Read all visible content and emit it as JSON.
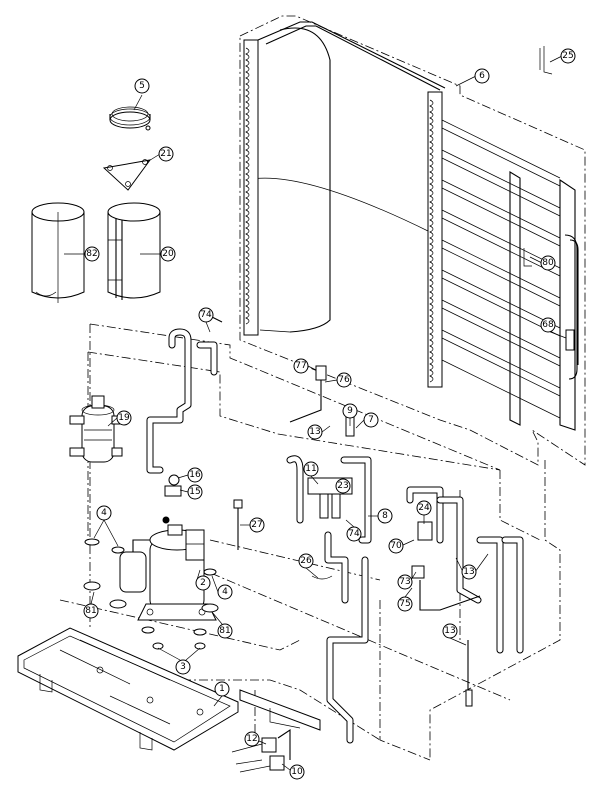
{
  "callouts": [
    {
      "id": "c5",
      "label": "5"
    },
    {
      "id": "c21",
      "label": "21"
    },
    {
      "id": "c82",
      "label": "82"
    },
    {
      "id": "c20",
      "label": "20"
    },
    {
      "id": "c6",
      "label": "6"
    },
    {
      "id": "c25",
      "label": "25"
    },
    {
      "id": "c80",
      "label": "80"
    },
    {
      "id": "c68",
      "label": "68"
    },
    {
      "id": "c74a",
      "label": "74"
    },
    {
      "id": "c77",
      "label": "77"
    },
    {
      "id": "c76",
      "label": "76"
    },
    {
      "id": "c9",
      "label": "9"
    },
    {
      "id": "c7",
      "label": "7"
    },
    {
      "id": "c13a",
      "label": "13"
    },
    {
      "id": "c19",
      "label": "19"
    },
    {
      "id": "c16",
      "label": "16"
    },
    {
      "id": "c15",
      "label": "15"
    },
    {
      "id": "c11",
      "label": "11"
    },
    {
      "id": "c23",
      "label": "23"
    },
    {
      "id": "c8",
      "label": "8"
    },
    {
      "id": "c24",
      "label": "24"
    },
    {
      "id": "c74b",
      "label": "74"
    },
    {
      "id": "c70",
      "label": "70"
    },
    {
      "id": "c4a",
      "label": "4"
    },
    {
      "id": "c27",
      "label": "27"
    },
    {
      "id": "c2",
      "label": "2"
    },
    {
      "id": "c4b",
      "label": "4"
    },
    {
      "id": "c26",
      "label": "26"
    },
    {
      "id": "c73",
      "label": "73"
    },
    {
      "id": "c75",
      "label": "75"
    },
    {
      "id": "c13b",
      "label": "13"
    },
    {
      "id": "c81a",
      "label": "81"
    },
    {
      "id": "c81b",
      "label": "81"
    },
    {
      "id": "c3",
      "label": "3"
    },
    {
      "id": "c13c",
      "label": "13"
    },
    {
      "id": "c1",
      "label": "1"
    },
    {
      "id": "c12",
      "label": "12"
    },
    {
      "id": "c10",
      "label": "10"
    }
  ]
}
